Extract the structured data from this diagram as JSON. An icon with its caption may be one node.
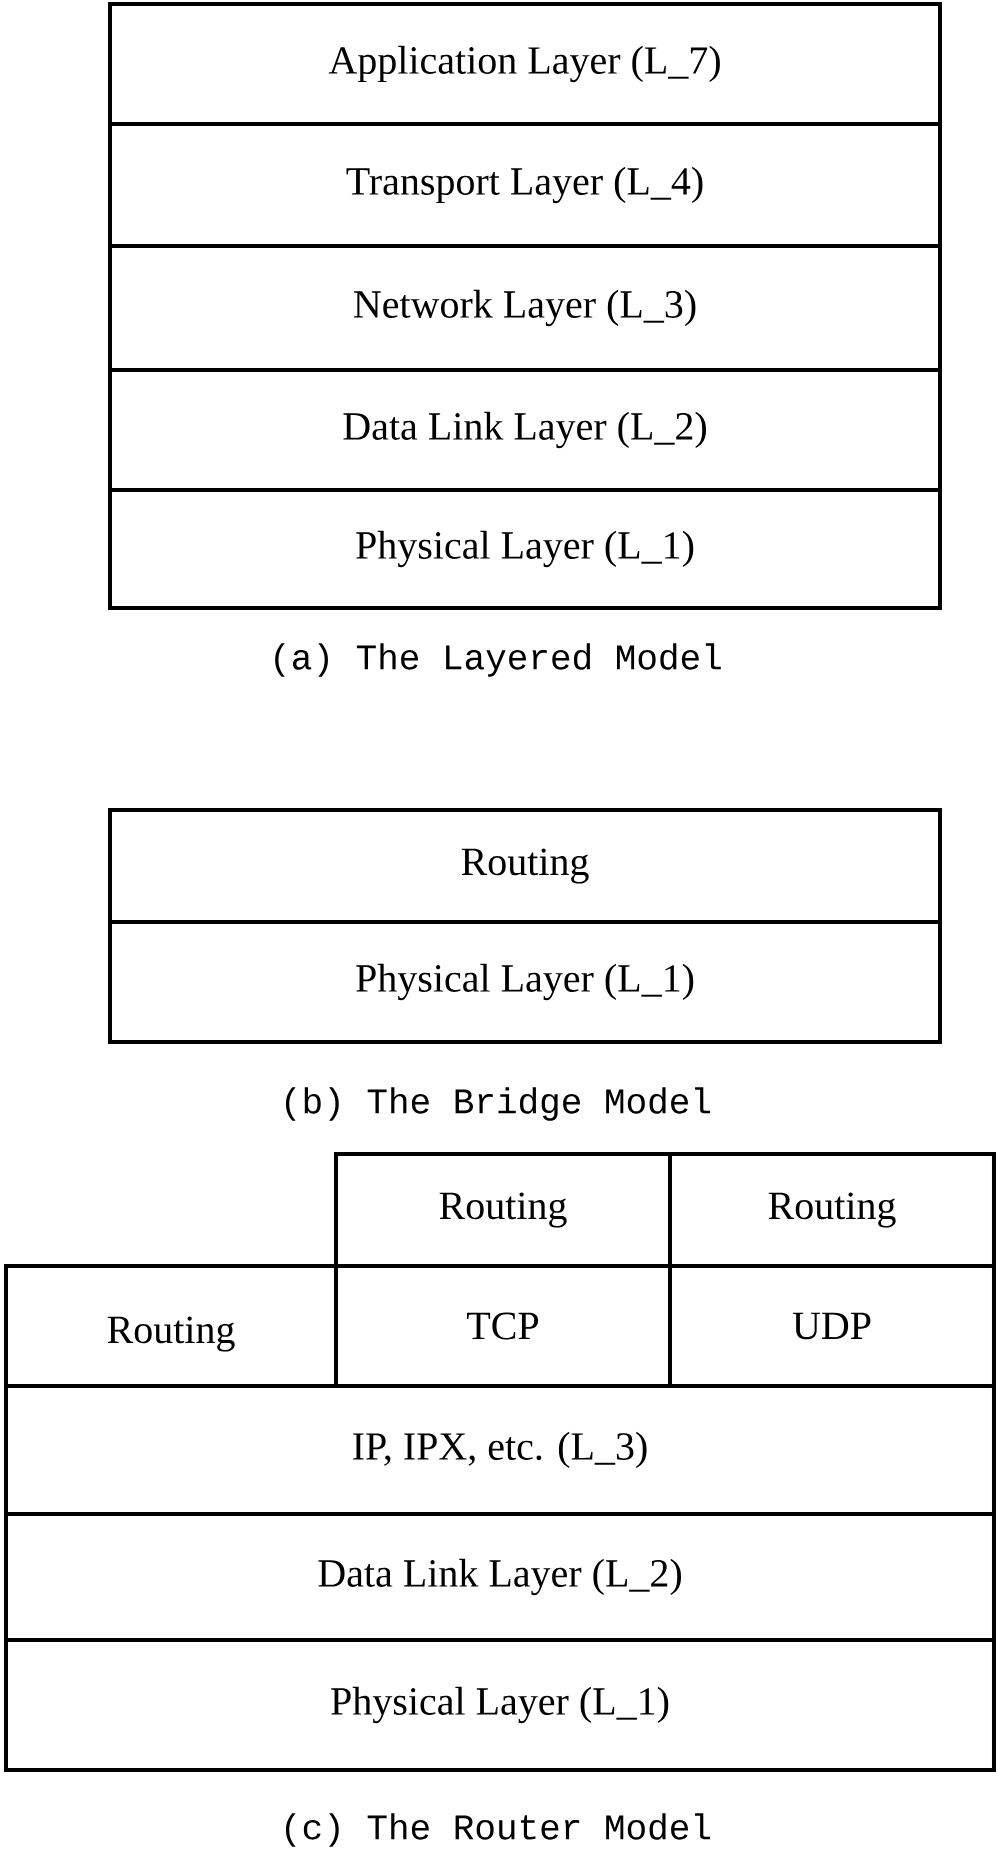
{
  "diagram": {
    "nodes": [
      {
        "text": [
          "Application Layer (L_7)"
        ]
      },
      {
        "text": [
          "Transport Layer (L_4)"
        ]
      },
      {
        "text": [
          "Network Layer (L_3)"
        ]
      },
      {
        "text": [
          "Data Link Layer (L_2)"
        ]
      },
      {
        "text": [
          "Physical Layer (L_1)"
        ]
      },
      {
        "text": [
          "Routing"
        ]
      },
      {
        "text": [
          "Physical Layer (L_1)"
        ]
      },
      {
        "text": [
          "Routing"
        ]
      },
      {
        "text": [
          "Routing"
        ]
      },
      {
        "text": [
          "Routing"
        ]
      },
      {
        "text": [
          "TCP"
        ]
      },
      {
        "text": [
          "UDP"
        ]
      },
      {
        "text": [
          "IP, IPX, etc. (L_3)"
        ]
      },
      {
        "text": [
          "Data Link Layer (L_2)"
        ]
      },
      {
        "text": [
          "Physical Layer (L_1)"
        ]
      }
    ],
    "labels": [
      "(a) The Layered Model",
      "(b) The Bridge Model",
      "(c) The Router Model"
    ]
  }
}
